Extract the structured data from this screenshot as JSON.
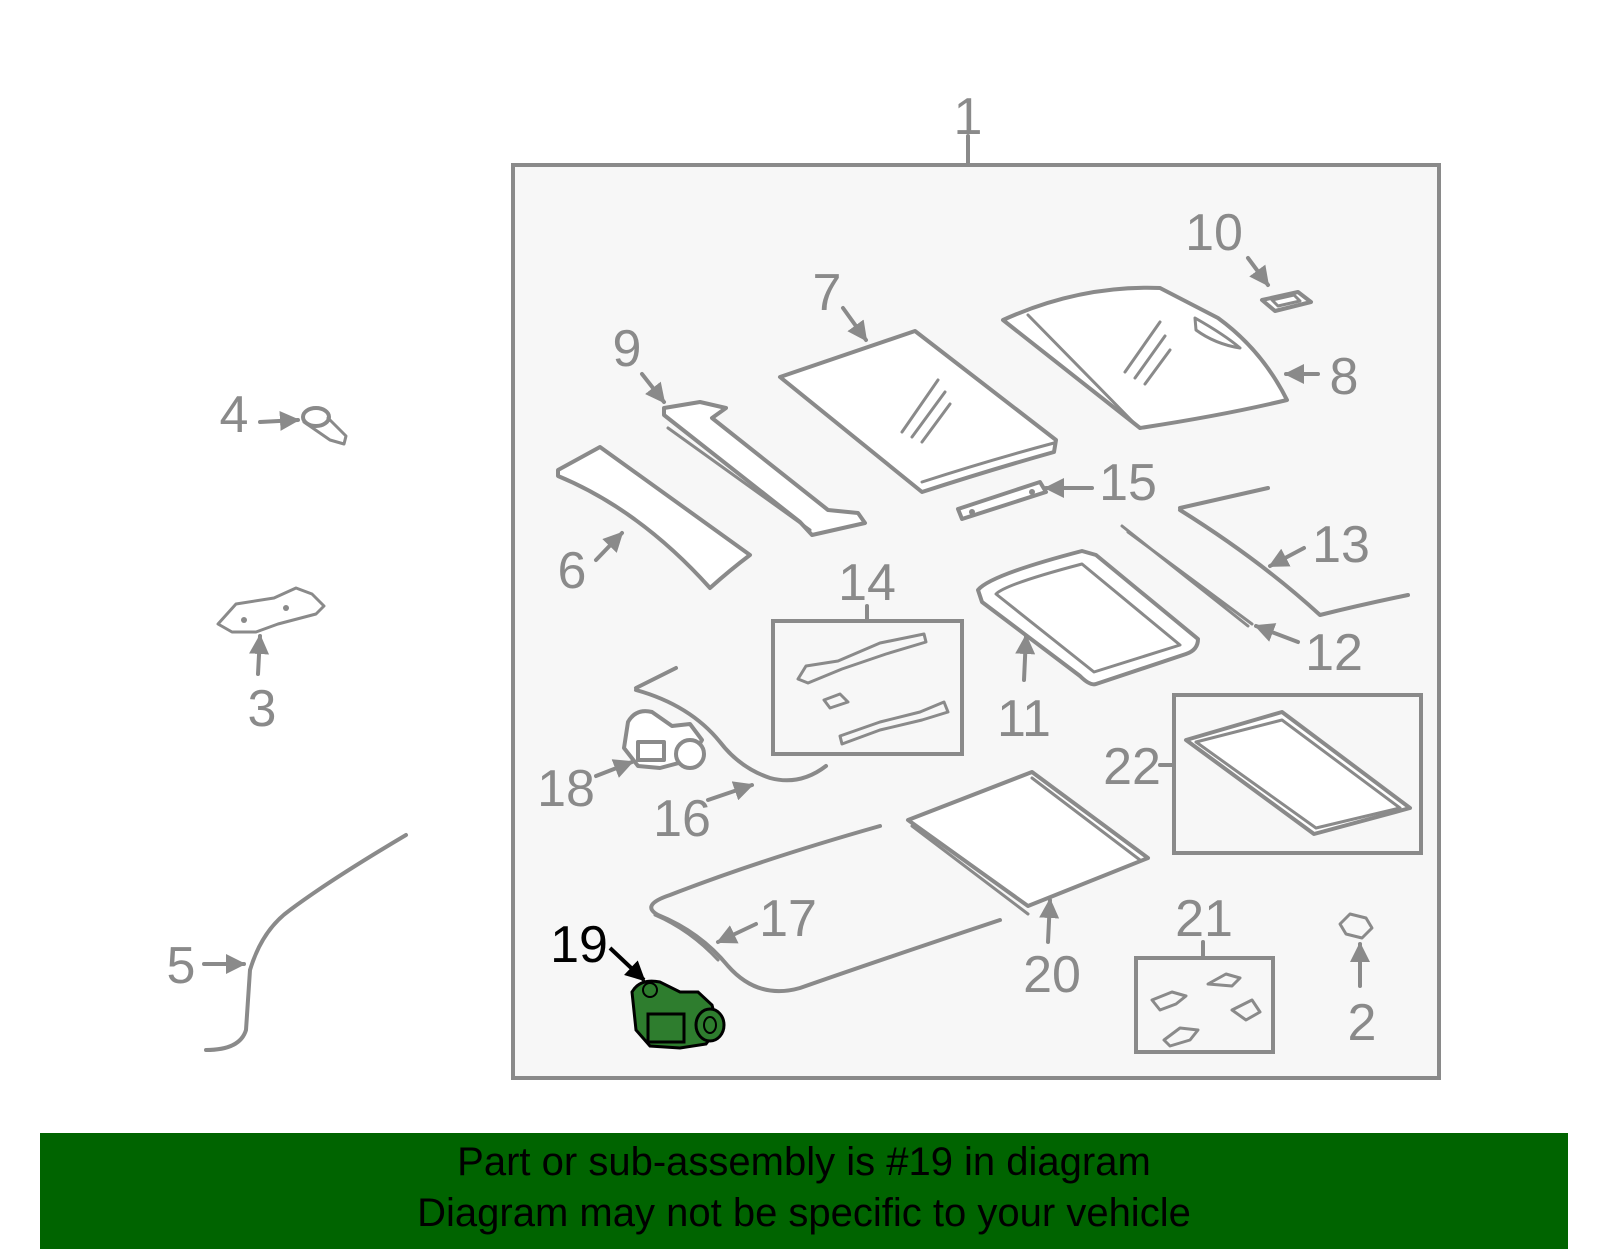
{
  "labels": {
    "p1": "1",
    "p2": "2",
    "p3": "3",
    "p4": "4",
    "p5": "5",
    "p6": "6",
    "p7": "7",
    "p8": "8",
    "p9": "9",
    "p10": "10",
    "p11": "11",
    "p12": "12",
    "p13": "13",
    "p14": "14",
    "p15": "15",
    "p16": "16",
    "p17": "17",
    "p18": "18",
    "p19": "19",
    "p20": "20",
    "p21": "21",
    "p22": "22"
  },
  "highlight": {
    "part": "19",
    "color": "#2e7d2e"
  },
  "banner": {
    "line1": "Part or sub-assembly is #19 in diagram",
    "line2": "Diagram may not be specific to your vehicle",
    "background": "#006400"
  }
}
